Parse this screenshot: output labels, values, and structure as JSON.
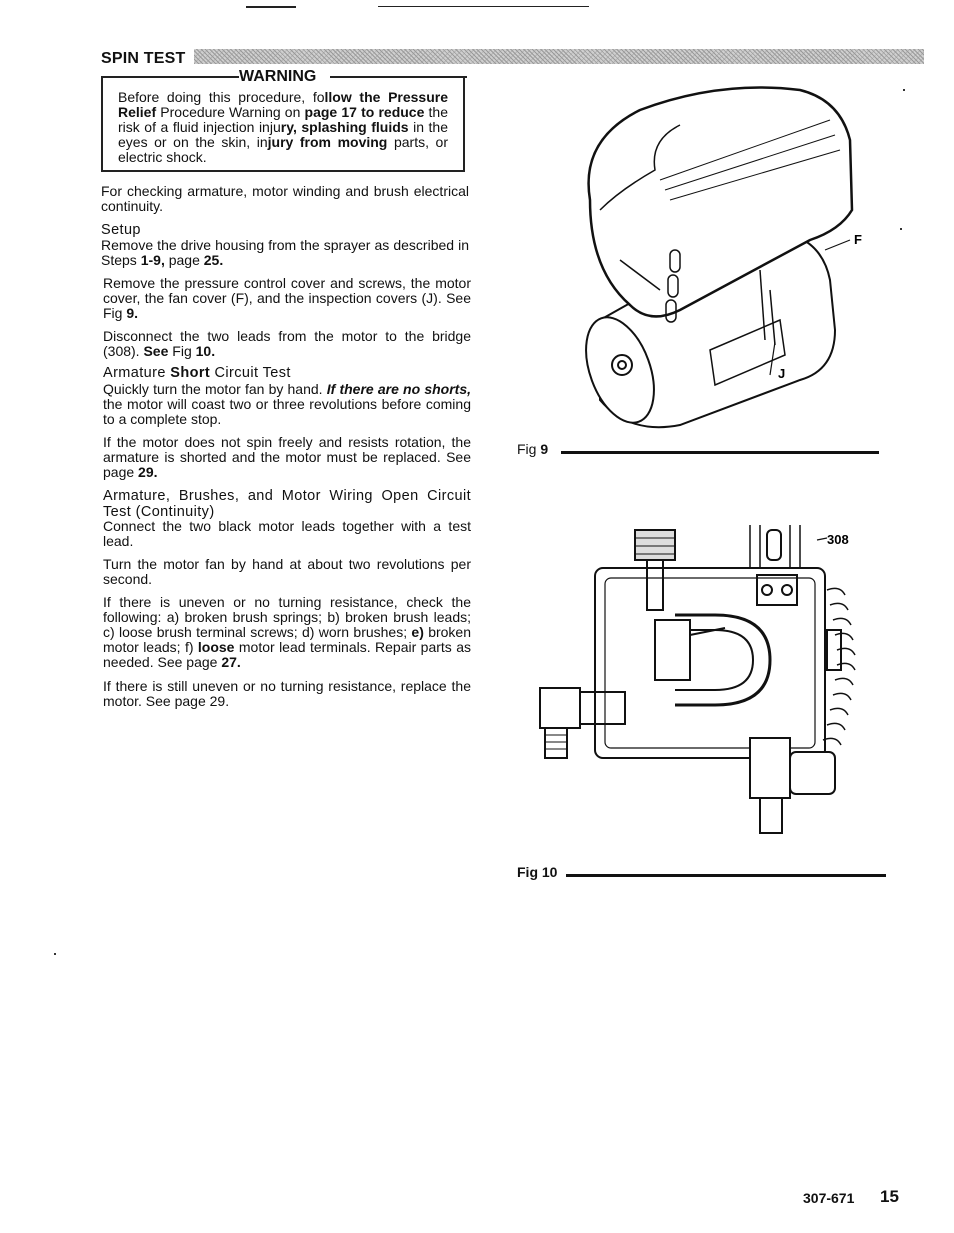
{
  "section_title": "SPIN TEST",
  "warning": {
    "title": "WARNING",
    "body_intro": "Before doing this procedure, fo",
    "body_em1": "llow the Pressure",
    "body_em2": "Relief",
    "body_mid": " Procedure Warning on ",
    "body_em3": "page 17 to reduce",
    "body_mid2": " the risk of a fluid injection inju",
    "body_em4": "ry, splashing fluids",
    "body_mid3": " in the eyes or on the skin, in",
    "body_em5": "jury from moving",
    "body_end": " parts, or electric shock."
  },
  "intro": "For checking armature, motor winding and brush electrical continuity.",
  "setup": {
    "heading": "Setup",
    "p1_a": "Remove the drive housing from the sprayer as described in Steps ",
    "p1_b": "1-9,",
    "p1_c": " page ",
    "p1_d": "25.",
    "p2_a": "Remove the pressure control cover and screws, the motor cover, the fan cover (F), and the inspection covers (J). See Fig ",
    "p2_b": "9.",
    "p3_a": "Disconnect the two leads from the motor to the bridge (308). ",
    "p3_b": "See",
    "p3_c": " Fig ",
    "p3_d": "10."
  },
  "short_test": {
    "heading_a": "Armature ",
    "heading_b": "Short",
    "heading_c": " Circuit Test",
    "p1_a": "Quickly turn the motor fan by hand. ",
    "p1_b": "If there are no shorts,",
    "p1_c": " the motor will coast two or three revolutions before coming to a complete stop.",
    "p2_a": "If the motor does not spin freely and resists rotation, the armature is shorted and the motor must be replaced. See page ",
    "p2_b": "29."
  },
  "open_test": {
    "heading": "Armature, Brushes, and Motor Wiring Open Circuit Test (Continuity)",
    "p1": "Connect the two black motor leads together with a test lead.",
    "p2": "Turn the motor fan by hand at about two revolutions per second.",
    "p3_a": "If there is uneven or no turning resistance, check the following: a) broken brush springs; b) broken brush leads; c) loose brush terminal screws; d) worn brushes; ",
    "p3_b": "e)",
    "p3_c": " broken motor leads; f) ",
    "p3_d": "loose",
    "p3_e": " motor lead terminals. Repair parts as needed. See page ",
    "p3_f": "27.",
    "p4": "If there is still uneven or no turning resistance, replace the motor. See page 29."
  },
  "fig9": {
    "label_a": "Fig ",
    "label_b": "9",
    "callout_f": "F",
    "callout_j": "J"
  },
  "fig10": {
    "label_a": "Fig ",
    "label_b": "10",
    "callout_308": "308"
  },
  "footer": {
    "doc_code": "307-671",
    "page_number": "15"
  }
}
